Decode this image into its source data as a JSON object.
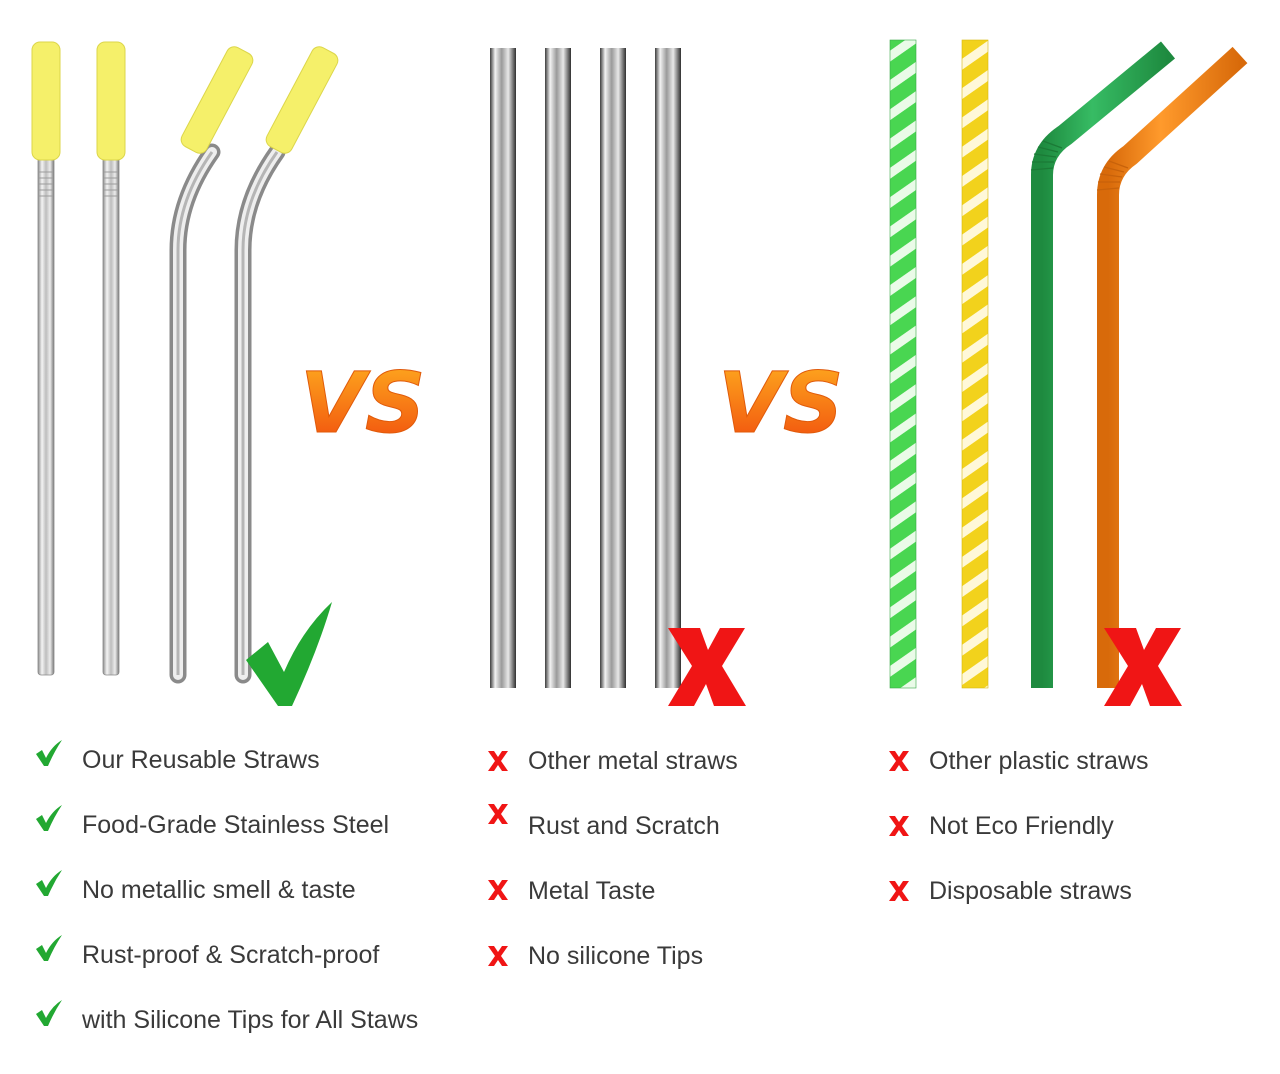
{
  "vs_labels": [
    "VS",
    "VS"
  ],
  "colors": {
    "silicone_tip": "#f5f06a",
    "check_green": "#22a832",
    "cross_red": "#f01515",
    "vs_orange": "#f26b12",
    "plastic_green": "#2eaa55",
    "plastic_orange": "#f28215",
    "text": "#3a3a3a"
  },
  "groups": [
    {
      "name": "reusable",
      "icon": "check-icon",
      "items": [
        "Our Reusable Straws",
        "Food-Grade Stainless Steel",
        "No metallic smell & taste",
        "Rust-proof & Scratch-proof",
        "with Silicone Tips for All Staws"
      ]
    },
    {
      "name": "metal",
      "icon": "cross-icon",
      "items": [
        "Other metal straws",
        "Rust and Scratch",
        "Metal Taste",
        "No silicone Tips"
      ]
    },
    {
      "name": "plastic",
      "icon": "cross-icon",
      "items": [
        "Other plastic straws",
        "Not Eco Friendly",
        "Disposable straws"
      ]
    }
  ]
}
